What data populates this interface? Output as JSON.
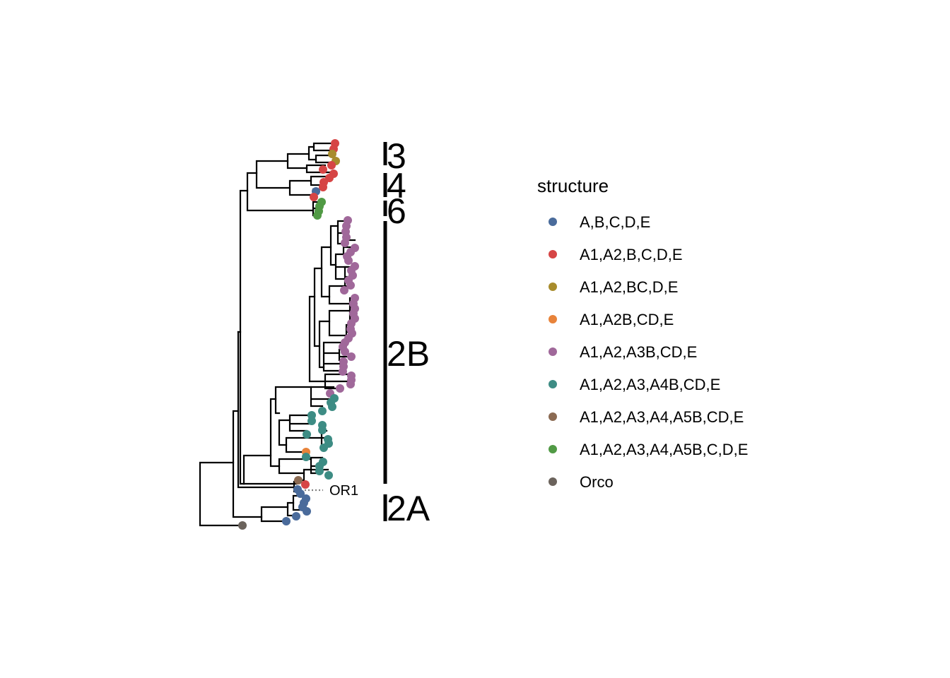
{
  "legend": {
    "title": "structure",
    "items": [
      {
        "label": "A,B,C,D,E",
        "color": "#4A6B9B"
      },
      {
        "label": "A1,A2,B,C,D,E",
        "color": "#D64545"
      },
      {
        "label": "A1,A2,BC,D,E",
        "color": "#A88C2C"
      },
      {
        "label": "A1,A2B,CD,E",
        "color": "#E8833A"
      },
      {
        "label": "A1,A2,A3B,CD,E",
        "color": "#A0689A"
      },
      {
        "label": "A1,A2,A3,A4B,CD,E",
        "color": "#3D8C84"
      },
      {
        "label": "A1,A2,A3,A4,A5B,CD,E",
        "color": "#8B6A52"
      },
      {
        "label": "A1,A2,A3,A4,A5B,C,D,E",
        "color": "#519A45"
      },
      {
        "label": "Orco",
        "color": "#6B635C"
      }
    ]
  },
  "clades": [
    {
      "label": "3"
    },
    {
      "label": "4"
    },
    {
      "label": "6"
    },
    {
      "label": "2B"
    },
    {
      "label": "2A"
    }
  ],
  "tip_annotation": {
    "label": "OR1"
  }
}
